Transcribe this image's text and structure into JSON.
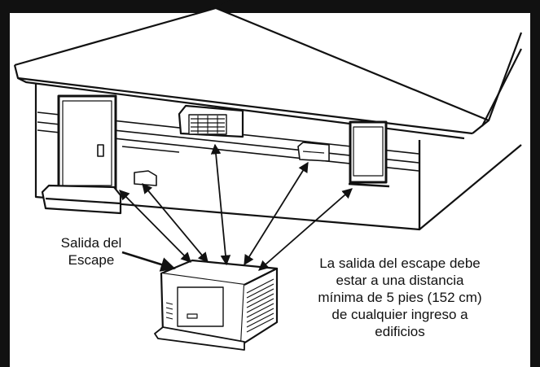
{
  "labels": {
    "exhaust_outlet_line1": "Salida del",
    "exhaust_outlet_line2": "Escape",
    "clearance_note_lines": [
      "La salida del escape debe",
      "estar a una distancia",
      "mínima de 5 pies (152 cm)",
      "de cualquier ingreso a",
      "edificios"
    ]
  },
  "colors": {
    "ink": "#111111",
    "background": "#ffffff",
    "frame": "#111111"
  },
  "icons": {
    "house": "house-illustration",
    "generator": "generator-illustration",
    "arrows": "clearance-arrows"
  }
}
